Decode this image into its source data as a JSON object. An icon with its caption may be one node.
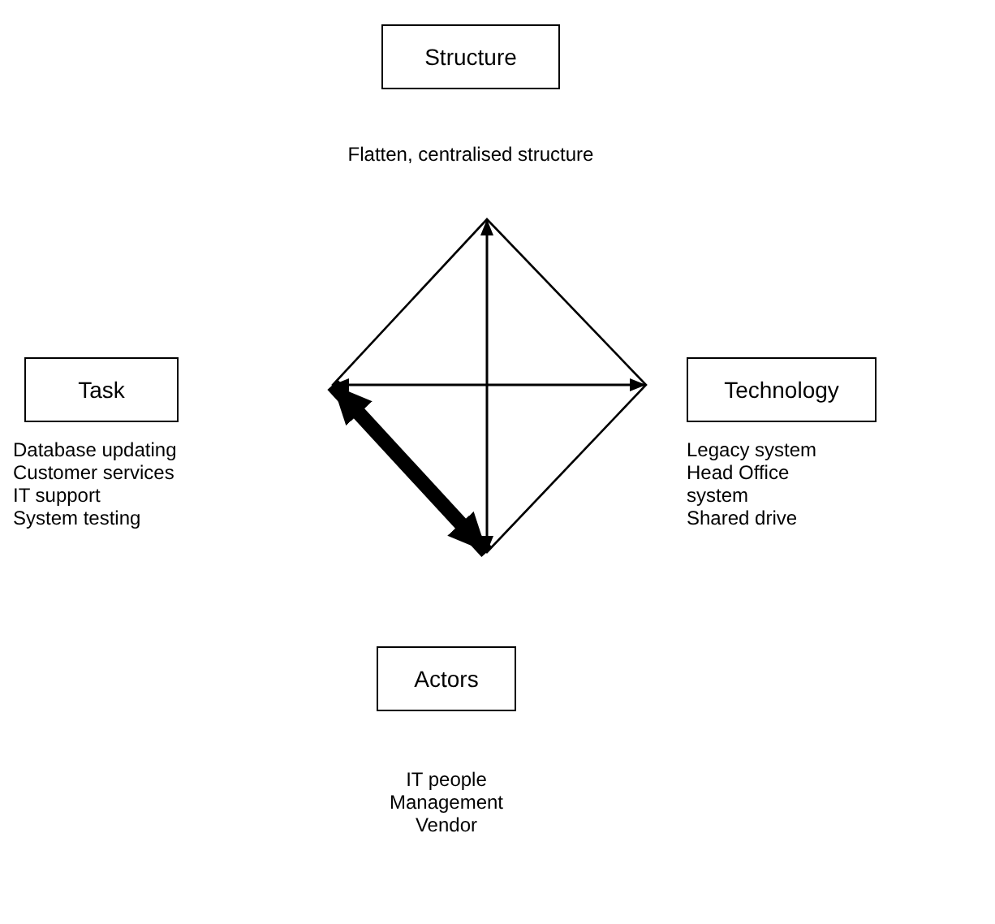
{
  "diagram": {
    "nodes": [
      {
        "text": [
          "Structure"
        ],
        "beside": [
          "Flatten, centralised structure"
        ]
      },
      {
        "text": [
          "Task"
        ],
        "beside": [
          "Database updating",
          "Customer services",
          "IT support",
          "System testing"
        ]
      },
      {
        "text": [
          "Technology"
        ],
        "beside": [
          "Legacy system",
          "Head Office system",
          "Shared drive"
        ]
      },
      {
        "text": [
          "Actors"
        ],
        "beside": [
          "IT people",
          "Management",
          "Vendor"
        ]
      },
      {
        "text": [],
        "shape": "diamond"
      }
    ]
  }
}
